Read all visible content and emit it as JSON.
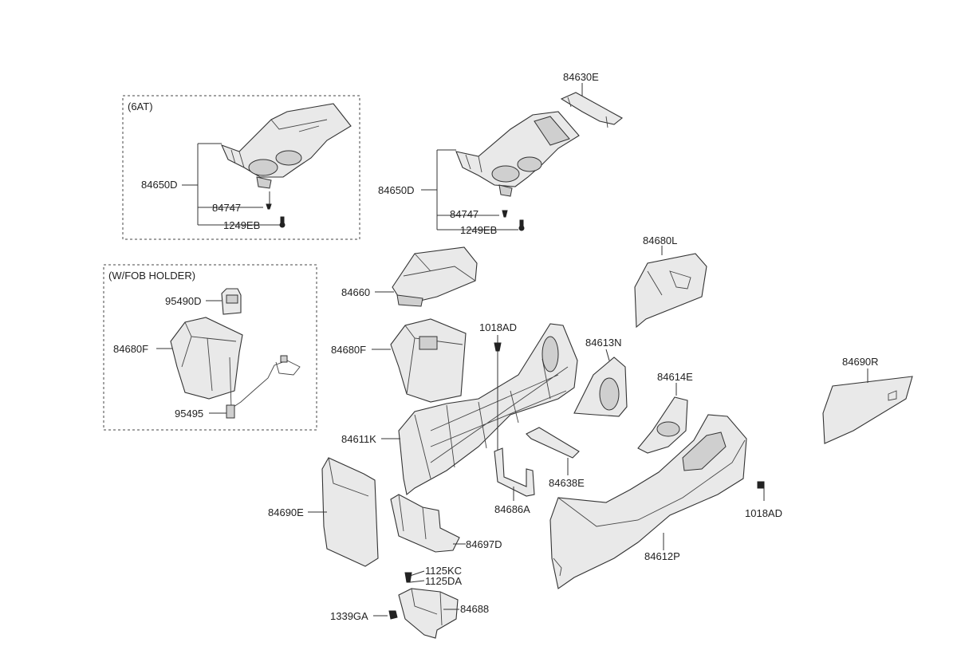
{
  "groups": {
    "at6": "(6AT)",
    "fob": "(W/FOB HOLDER)"
  },
  "labels": {
    "p84630E": "84630E",
    "p84650D_a": "84650D",
    "p84747_a": "84747",
    "p1249EB_a": "1249EB",
    "p84650D_b": "84650D",
    "p84747_b": "84747",
    "p1249EB_b": "1249EB",
    "p84680L": "84680L",
    "p95490D": "95490D",
    "p84680F_a": "84680F",
    "p95495": "95495",
    "p84660": "84660",
    "p84680F_b": "84680F",
    "p1018AD_a": "1018AD",
    "p84613N": "84613N",
    "p84614E": "84614E",
    "p84690R": "84690R",
    "p84611K": "84611K",
    "p84638E": "84638E",
    "p84686A": "84686A",
    "p1018AD_b": "1018AD",
    "p84690E": "84690E",
    "p84697D": "84697D",
    "p84612P": "84612P",
    "p1125KC": "1125KC",
    "p1125DA": "1125DA",
    "p84688": "84688",
    "p1339GA": "1339GA"
  }
}
